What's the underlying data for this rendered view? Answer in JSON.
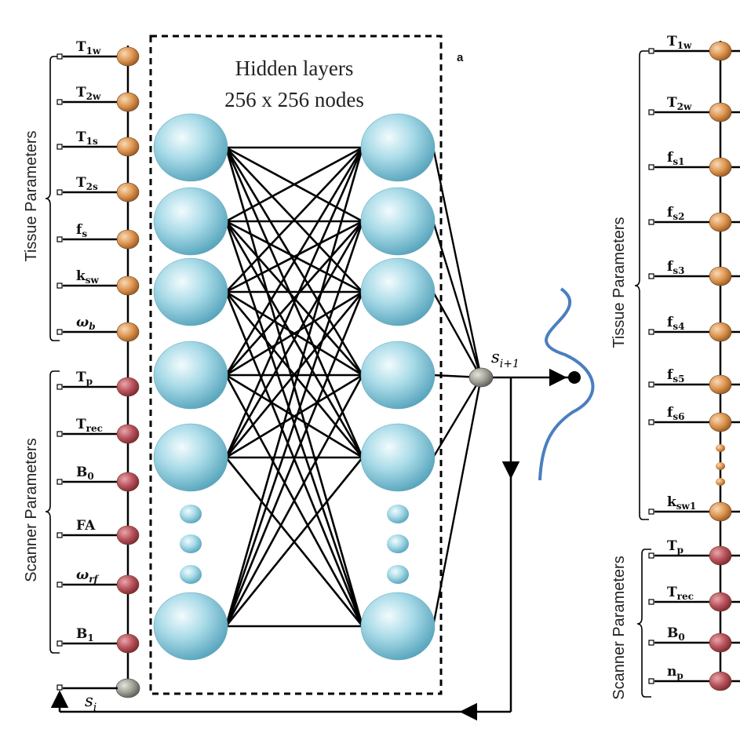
{
  "panel_label": "a",
  "hidden_title_line1": "Hidden layers",
  "hidden_title_line2": "256 x 256 nodes",
  "left_tissue_group": "Tissue Parameters",
  "left_scanner_group": "Scanner Parameters",
  "right_tissue_group": "Tissue Parameters",
  "right_scanner_group": "Scanner Parameters",
  "output_label": {
    "base": "s",
    "sub": "i+1"
  },
  "feedback_label": {
    "base": "s",
    "sub": "i"
  },
  "left_inputs": [
    {
      "base": "T",
      "sub": "1w",
      "type": "tissue"
    },
    {
      "base": "T",
      "sub": "2w",
      "type": "tissue"
    },
    {
      "base": "T",
      "sub": "1s",
      "type": "tissue"
    },
    {
      "base": "T",
      "sub": "2s",
      "type": "tissue"
    },
    {
      "base": "f",
      "sub": "s",
      "type": "tissue"
    },
    {
      "base": "k",
      "sub": "sw",
      "type": "tissue"
    },
    {
      "base": "ω",
      "sub": "b",
      "type": "tissue"
    },
    {
      "base": "T",
      "sub": "p",
      "type": "scanner"
    },
    {
      "base": "T",
      "sub": "rec",
      "type": "scanner"
    },
    {
      "base": "B",
      "sub": "0",
      "type": "scanner"
    },
    {
      "base": "FA",
      "sub": "",
      "type": "scanner"
    },
    {
      "base": "ω",
      "sub": "rf",
      "type": "scanner"
    },
    {
      "base": "B",
      "sub": "1",
      "type": "scanner"
    }
  ],
  "right_inputs": [
    {
      "base": "T",
      "sub": "1w",
      "type": "tissue"
    },
    {
      "base": "T",
      "sub": "2w",
      "type": "tissue"
    },
    {
      "base": "f",
      "sub": "s1",
      "type": "tissue"
    },
    {
      "base": "f",
      "sub": "s2",
      "type": "tissue"
    },
    {
      "base": "f",
      "sub": "s3",
      "type": "tissue"
    },
    {
      "base": "f",
      "sub": "s4",
      "type": "tissue"
    },
    {
      "base": "f",
      "sub": "s5",
      "type": "tissue"
    },
    {
      "base": "f",
      "sub": "s6",
      "type": "tissue"
    },
    {
      "base": "k",
      "sub": "sw1",
      "type": "tissue"
    },
    {
      "base": "T",
      "sub": "p",
      "type": "scanner"
    },
    {
      "base": "T",
      "sub": "rec",
      "type": "scanner"
    },
    {
      "base": "B",
      "sub": "0",
      "type": "scanner"
    },
    {
      "base": "n",
      "sub": "p",
      "type": "scanner"
    }
  ],
  "colors": {
    "tissue_node": "#d9904a",
    "scanner_node": "#b5505a",
    "state_node": "#9a9a90",
    "hidden_node": "#7fc4d8",
    "curve": "#4a7fc0",
    "line": "#000000"
  }
}
